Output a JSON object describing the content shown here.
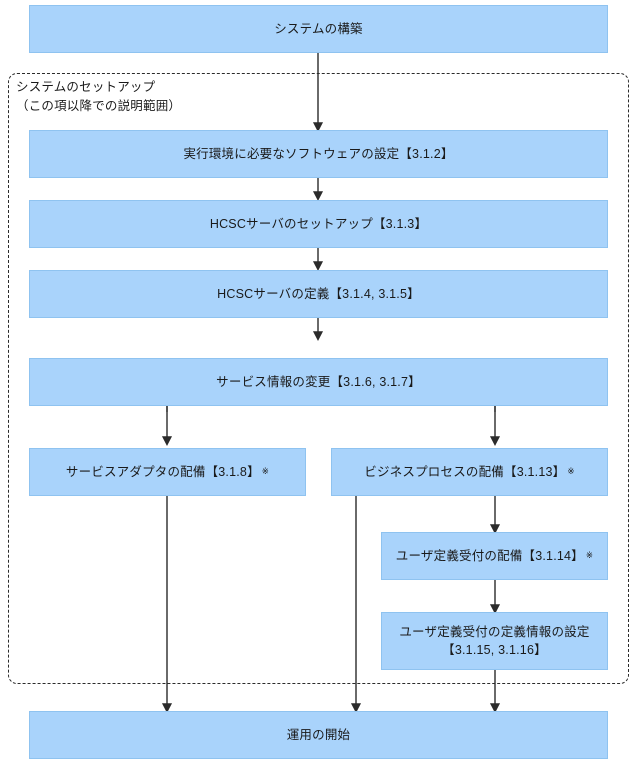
{
  "diagram": {
    "title_text": "システムの構築",
    "colors": {
      "node_fill": "#a9d3fb",
      "node_border": "#8fc3f0",
      "connector": "#2b2b2b",
      "group_border": "#2b2b2b",
      "text": "#1a1a1a",
      "background": "#ffffff"
    },
    "group": {
      "label": "システムのセットアップ\n（この項以降での説明範囲）"
    },
    "nodes": [
      {
        "id": "build-system",
        "label": "システムの構築"
      },
      {
        "id": "software-setup",
        "label": "実行環境に必要なソフトウェアの設定【3.1.2】"
      },
      {
        "id": "hcsc-server-setup",
        "label": "HCSCサーバのセットアップ【3.1.3】"
      },
      {
        "id": "hcsc-server-definition",
        "label": "HCSCサーバの定義【3.1.4, 3.1.5】"
      },
      {
        "id": "service-info-change",
        "label": "サービス情報の変更【3.1.6, 3.1.7】"
      },
      {
        "id": "service-adapter-deploy",
        "label": "サービスアダプタの配備【3.1.8】",
        "note": "※"
      },
      {
        "id": "business-process-deploy",
        "label": "ビジネスプロセスの配備【3.1.13】",
        "note": "※"
      },
      {
        "id": "user-defined-reception",
        "label": "ユーザ定義受付の配備【3.1.14】",
        "note": "※"
      },
      {
        "id": "user-defined-definition",
        "label": "ユーザ定義受付の定義情報の設定\n【3.1.15, 3.1.16】"
      },
      {
        "id": "start-operation",
        "label": "運用の開始"
      }
    ]
  }
}
